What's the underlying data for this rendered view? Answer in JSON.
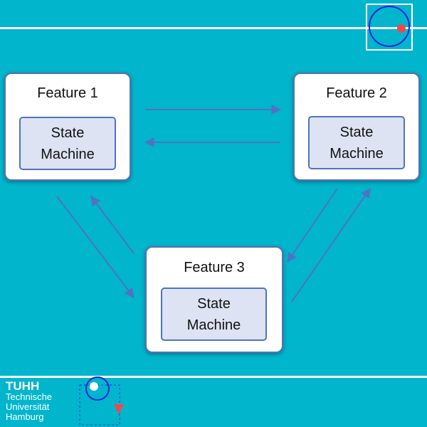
{
  "diagram": {
    "features": [
      {
        "title": "Feature 1",
        "sm_line1": "State",
        "sm_line2": "Machine"
      },
      {
        "title": "Feature 2",
        "sm_line1": "State",
        "sm_line2": "Machine"
      },
      {
        "title": "Feature 3",
        "sm_line1": "State",
        "sm_line2": "Machine"
      }
    ]
  },
  "logo": {
    "name": "TUHH",
    "line1": "Technische",
    "line2": "Universität",
    "line3": "Hamburg"
  },
  "colors": {
    "background": "#00b5cc",
    "arrow": "#4f73c2",
    "state_machine_fill": "#dde3f3",
    "marker_circle": "#2222dd",
    "marker_dot": "#f04848"
  }
}
